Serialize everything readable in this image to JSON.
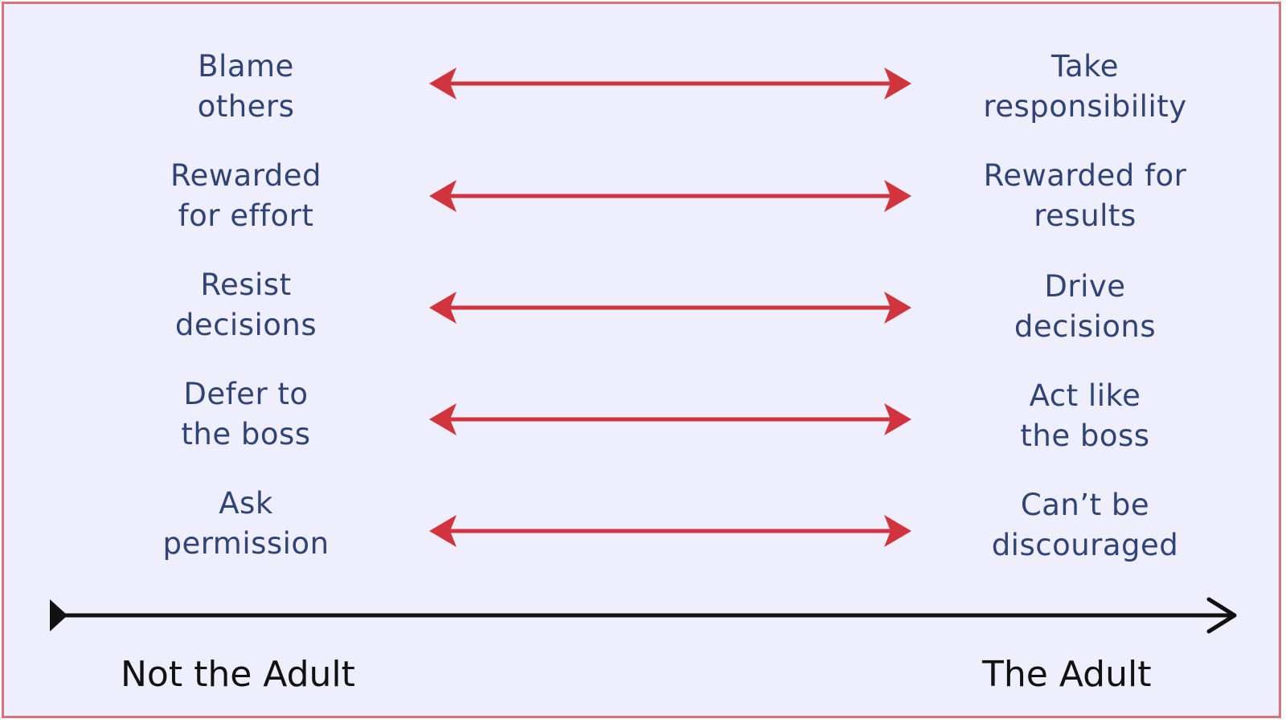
{
  "pairs": [
    {
      "left": [
        "Blame",
        "others"
      ],
      "right": [
        "Take",
        "responsibility"
      ]
    },
    {
      "left": [
        "Rewarded",
        "for effort"
      ],
      "right": [
        "Rewarded for",
        "results"
      ]
    },
    {
      "left": [
        "Resist",
        "decisions"
      ],
      "right": [
        "Drive",
        "decisions"
      ]
    },
    {
      "left": [
        "Defer to",
        "the boss"
      ],
      "right": [
        "Act like",
        "the boss"
      ]
    },
    {
      "left": [
        "Ask",
        "permission"
      ],
      "right": [
        "Can’t be",
        "discouraged"
      ]
    }
  ],
  "axis": {
    "left_label": "Not the Adult",
    "right_label": "The Adult"
  },
  "colors": {
    "background": "#efeefc",
    "border": "#d9727a",
    "text": "#2f4377",
    "pair_arrow": "#d1343c",
    "axis": "#111111"
  }
}
